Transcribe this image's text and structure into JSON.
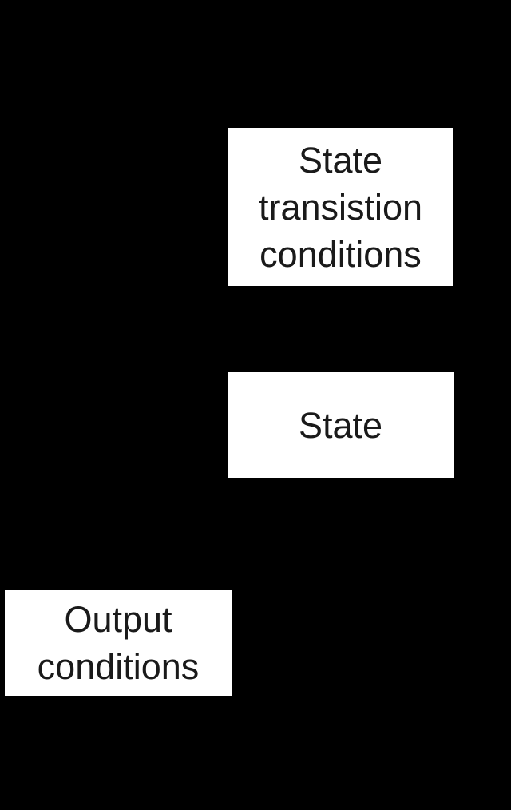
{
  "diagram": {
    "background_color": "#000000",
    "node_fill_color": "#ffffff",
    "node_text_color": "#1a1a1a",
    "nodes": [
      {
        "id": "state-transition-conditions",
        "label": "State\ntransistion\nconditions"
      },
      {
        "id": "state",
        "label": "State"
      },
      {
        "id": "output-conditions",
        "label": "Output\nconditions"
      }
    ]
  }
}
